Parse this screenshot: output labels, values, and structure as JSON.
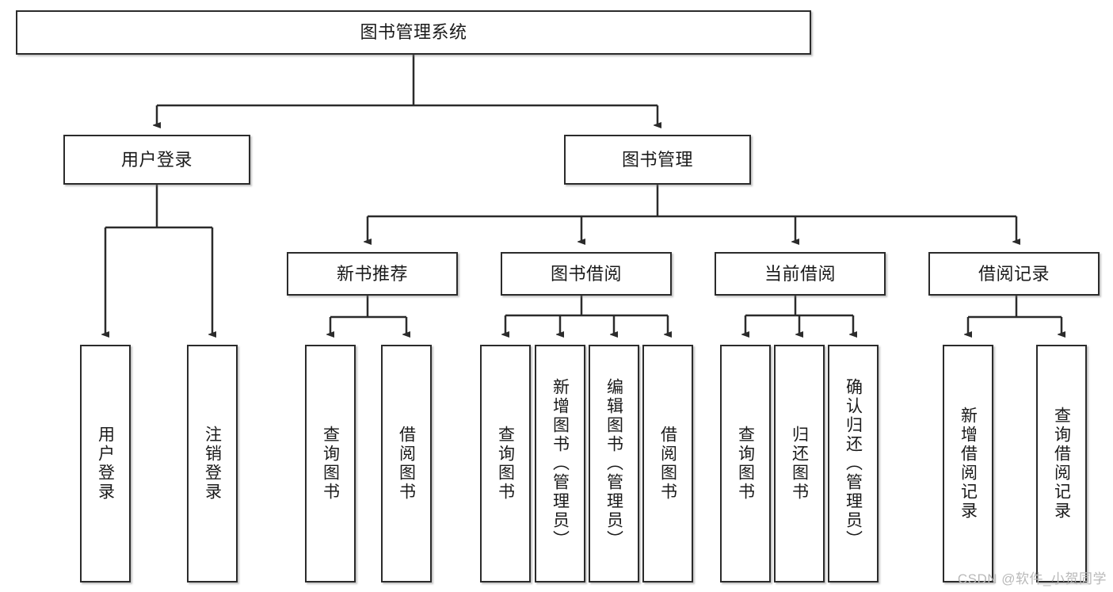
{
  "diagram": {
    "title": "图书管理系统",
    "type": "tree",
    "watermark": "CSDN @软件_小贺同学",
    "colors": {
      "box_border": "#2b2b2b",
      "box_fill": "#ffffff",
      "edge": "#2b2b2b",
      "text": "#1a1a1a",
      "watermark": "#b9b9b9"
    },
    "nodes": {
      "root": {
        "label": "图书管理系统",
        "level": 1
      },
      "user_login": {
        "label": "用户登录",
        "level": 2
      },
      "book_manage": {
        "label": "图书管理",
        "level": 2
      },
      "new_book_rec": {
        "label": "新书推荐",
        "level": 3
      },
      "book_borrow": {
        "label": "图书借阅",
        "level": 3
      },
      "current_borrow": {
        "label": "当前借阅",
        "level": 3
      },
      "borrow_record": {
        "label": "借阅记录",
        "level": 3
      },
      "leaf_user_login": {
        "label": "用户登录",
        "level": 4
      },
      "leaf_logout_login": {
        "label": "注销登录",
        "level": 4
      },
      "leaf_query_book_1": {
        "label": "查询图书",
        "level": 4
      },
      "leaf_borrow_book_1": {
        "label": "借阅图书",
        "level": 4
      },
      "leaf_query_book_2": {
        "label": "查询图书",
        "level": 4
      },
      "leaf_add_book_admin": {
        "label": "新增图书（管理员）",
        "level": 4
      },
      "leaf_edit_book_admin": {
        "label": "编辑图书（管理员）",
        "level": 4
      },
      "leaf_borrow_book_2": {
        "label": "借阅图书",
        "level": 4
      },
      "leaf_query_book_3": {
        "label": "查询图书",
        "level": 4
      },
      "leaf_return_book": {
        "label": "归还图书",
        "level": 4
      },
      "leaf_confirm_return_admin": {
        "label": "确认归还（管理员）",
        "level": 4
      },
      "leaf_add_borrow_record": {
        "label": "新增借阅记录",
        "level": 4
      },
      "leaf_query_borrow_record": {
        "label": "查询借阅记录",
        "level": 4
      }
    },
    "edges": [
      {
        "from": "root",
        "to": "user_login"
      },
      {
        "from": "root",
        "to": "book_manage"
      },
      {
        "from": "user_login",
        "to": "leaf_user_login"
      },
      {
        "from": "user_login",
        "to": "leaf_logout_login"
      },
      {
        "from": "book_manage",
        "to": "new_book_rec"
      },
      {
        "from": "book_manage",
        "to": "book_borrow"
      },
      {
        "from": "book_manage",
        "to": "current_borrow"
      },
      {
        "from": "book_manage",
        "to": "borrow_record"
      },
      {
        "from": "new_book_rec",
        "to": "leaf_query_book_1"
      },
      {
        "from": "new_book_rec",
        "to": "leaf_borrow_book_1"
      },
      {
        "from": "book_borrow",
        "to": "leaf_query_book_2"
      },
      {
        "from": "book_borrow",
        "to": "leaf_add_book_admin"
      },
      {
        "from": "book_borrow",
        "to": "leaf_edit_book_admin"
      },
      {
        "from": "book_borrow",
        "to": "leaf_borrow_book_2"
      },
      {
        "from": "current_borrow",
        "to": "leaf_query_book_3"
      },
      {
        "from": "current_borrow",
        "to": "leaf_return_book"
      },
      {
        "from": "current_borrow",
        "to": "leaf_confirm_return_admin"
      },
      {
        "from": "borrow_record",
        "to": "leaf_add_borrow_record"
      },
      {
        "from": "borrow_record",
        "to": "leaf_query_borrow_record"
      }
    ]
  }
}
